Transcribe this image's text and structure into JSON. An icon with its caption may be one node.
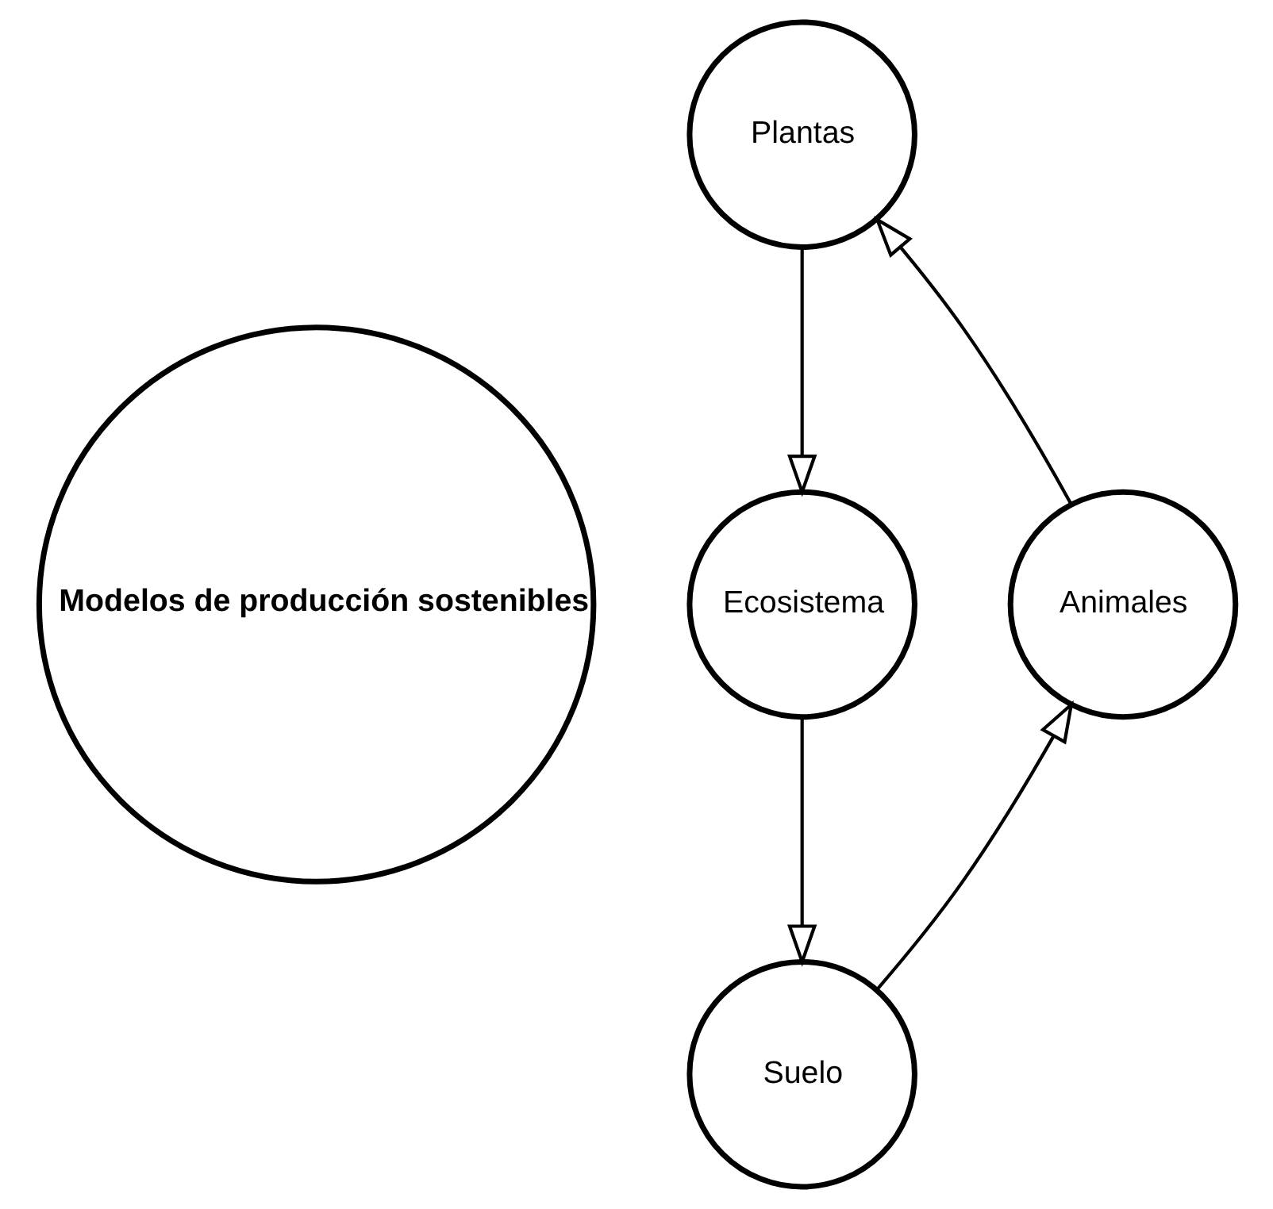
{
  "diagram": {
    "nodes": [
      {
        "text": [
          "Plantas"
        ]
      },
      {
        "text": [
          "Modelos de producción sostenibles"
        ]
      },
      {
        "text": [
          "Ecosistema"
        ]
      },
      {
        "text": [
          "Animales"
        ]
      },
      {
        "text": [
          "Suelo"
        ]
      }
    ],
    "edges": [
      {
        "from": 3,
        "to": 0,
        "arrow": "to"
      },
      {
        "from": 0,
        "to": 2,
        "arrow": "to"
      },
      {
        "from": 2,
        "to": 4,
        "arrow": "to"
      },
      {
        "from": 4,
        "to": 3,
        "arrow": "to"
      }
    ]
  }
}
